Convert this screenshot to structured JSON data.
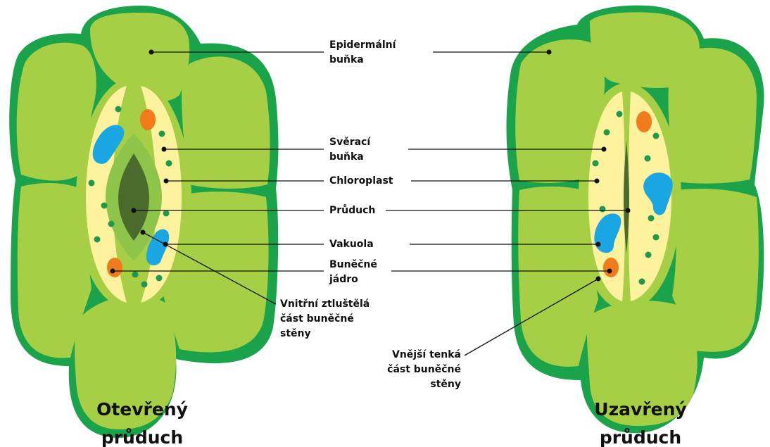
{
  "labels": {
    "epidermal_cell": "Epidermální\nbuňka",
    "guard_cell": "Svěrací\nbuňka",
    "chloroplast": "Chloroplast",
    "stoma": "Průduch",
    "vacuole": "Vakuola",
    "nucleus": "Buněčné\njádro",
    "inner_wall": "Vnitřní ztluštělá\nčást buněčné\nstěny",
    "outer_wall": "Vnější tenká\nčást buněčné\nstěny"
  },
  "captions": {
    "open": "Otevřený\nprůduch",
    "closed": "Uzavřený\nprůduch"
  },
  "colors": {
    "cell_fill": "#a6cf45",
    "cell_border": "#1aa34a",
    "guard_fill": "#fcf29e",
    "pore": "#4a6b2c",
    "vacuole": "#1aa6e2",
    "nucleus": "#ef7b1a",
    "chloroplast": "#1f9a4c"
  }
}
